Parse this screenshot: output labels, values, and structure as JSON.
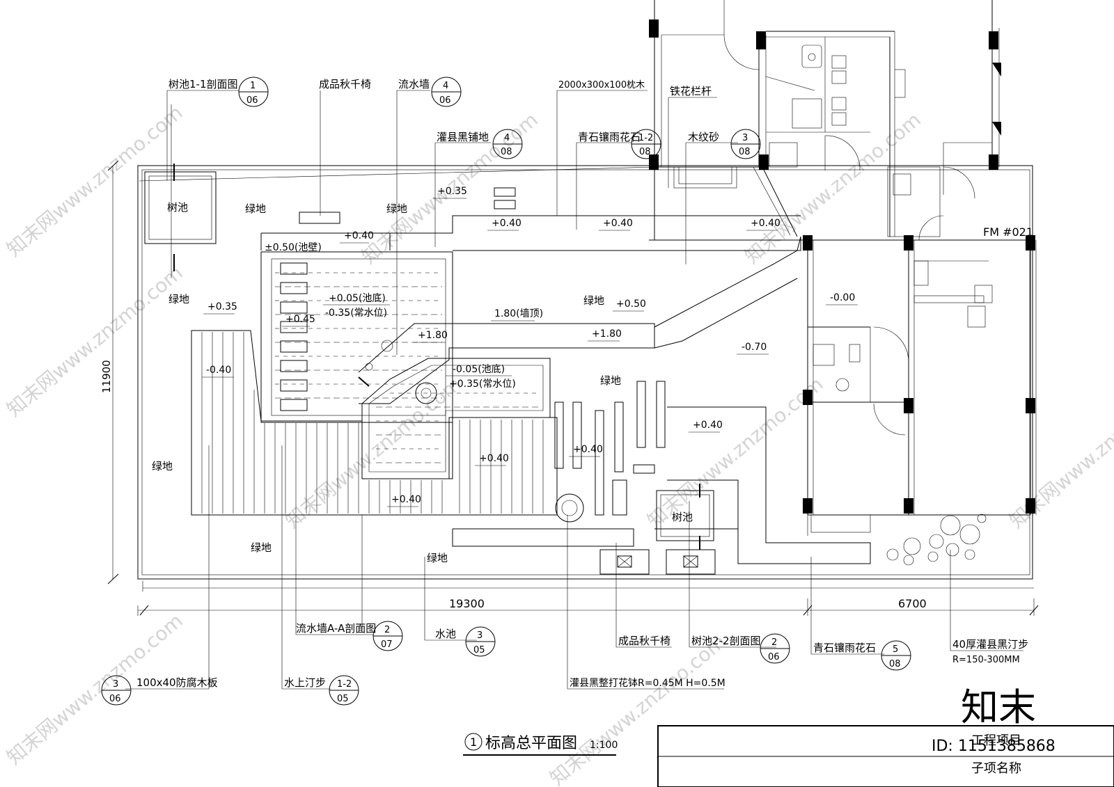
{
  "drawing": {
    "title": "标高总平面图",
    "title_scale": "1:100",
    "title_index": "1",
    "dim_vertical": "11900",
    "dim_h_left": "19300",
    "dim_h_right": "6700",
    "door_tag": "FM #021"
  },
  "titleblock": {
    "row1": "工程项目",
    "row2": "子项名称"
  },
  "watermark": {
    "brand": "知末",
    "id": "ID: 1151385868",
    "url": "知末网www.znzmo.com"
  },
  "callouts_top": [
    {
      "label": "树池1-1剖面图",
      "num": "1",
      "sheet": "06"
    },
    {
      "label": "成品秋千椅"
    },
    {
      "label": "流水墙",
      "num": "4",
      "sheet": "06"
    },
    {
      "label": "2000x300x100枕木"
    },
    {
      "label": "铁花栏杆"
    },
    {
      "label": "灌县黑铺地",
      "num": "4",
      "sheet": "08"
    },
    {
      "label": "青石镶雨花石",
      "num": "1-2",
      "sheet": "08"
    },
    {
      "label": "木纹砂",
      "num": "3",
      "sheet": "08"
    }
  ],
  "callouts_bottom": [
    {
      "label": "流水墙A-A剖面图",
      "num": "2",
      "sheet": "07"
    },
    {
      "label": "水池",
      "num": "3",
      "sheet": "05"
    },
    {
      "label": "成品秋千椅"
    },
    {
      "label": "树池2-2剖面图",
      "num": "2",
      "sheet": "06"
    },
    {
      "label": "青石镶雨花石",
      "num": "5",
      "sheet": "08"
    },
    {
      "label": "40厚灌县黑汀步"
    },
    {
      "label": "R=150-300MM"
    },
    {
      "label": "100x40防腐木板",
      "num": "3",
      "sheet": "06"
    },
    {
      "label": "水上汀步",
      "num": "1-2",
      "sheet": "05"
    },
    {
      "label": "灌县黑整打花钵R=0.45M H=0.5M"
    }
  ],
  "area_labels": {
    "tree_pit_1": "树池",
    "tree_pit_2": "树池",
    "green": "绿地"
  },
  "elevations": {
    "e035a": "+0.35",
    "e040a": "+0.40",
    "e050wall": "±0.50(池壁)",
    "e040b": "+0.40",
    "e040c": "+0.40",
    "e040d": "+0.40",
    "e005pool": "+0.05(池底)",
    "e035water": "-0.35(常水位)",
    "e045": "+0.45",
    "e180top": "1.80(墙顶)",
    "e050": "+0.50",
    "e035b": "+0.35",
    "e180a": "+1.80",
    "e180b": "+1.80",
    "e000": "-0.00",
    "e040neg": "-0.40",
    "e005pool2": "-0.05(池底)",
    "e035water2": "+0.35(常水位)",
    "e070": "-0.70",
    "e040e": "+0.40",
    "e040f": "+0.40",
    "e040g": "+0.40",
    "e040h": "+0.40"
  }
}
